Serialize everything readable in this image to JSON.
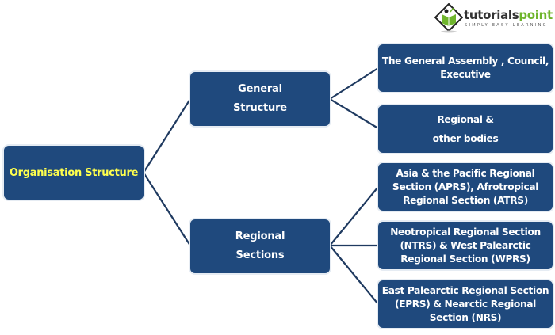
{
  "logo": {
    "brand_part1": "tutorials",
    "brand_part2": "point",
    "tagline": "SIMPLY EASY LEARNING",
    "colors": {
      "text": "#333333",
      "accent": "#6fb52c"
    }
  },
  "colors": {
    "box_fill": "#1f497d",
    "root_text": "#ffff4d",
    "node_text": "#ffffff",
    "connector": "#1f3a60"
  },
  "root": {
    "label": "Organisation Structure"
  },
  "branches": [
    {
      "lines": [
        "General",
        "Structure"
      ],
      "children": [
        {
          "lines": [
            "The General Assembly , Council,",
            "Executive"
          ]
        },
        {
          "lines": [
            "Regional &",
            "other bodies"
          ]
        }
      ]
    },
    {
      "lines": [
        "Regional",
        "Sections"
      ],
      "children": [
        {
          "lines": [
            "Asia & the Pacific Regional",
            "Section (APRS), Afrotropical",
            "Regional Section (ATRS)"
          ]
        },
        {
          "lines": [
            "Neotropical Regional Section",
            "(NTRS) & West Palearctic",
            "Regional Section (WPRS)"
          ]
        },
        {
          "lines": [
            "East Palearctic Regional Section",
            "(EPRS) & Nearctic Regional",
            "Section (NRS)"
          ]
        }
      ]
    }
  ]
}
